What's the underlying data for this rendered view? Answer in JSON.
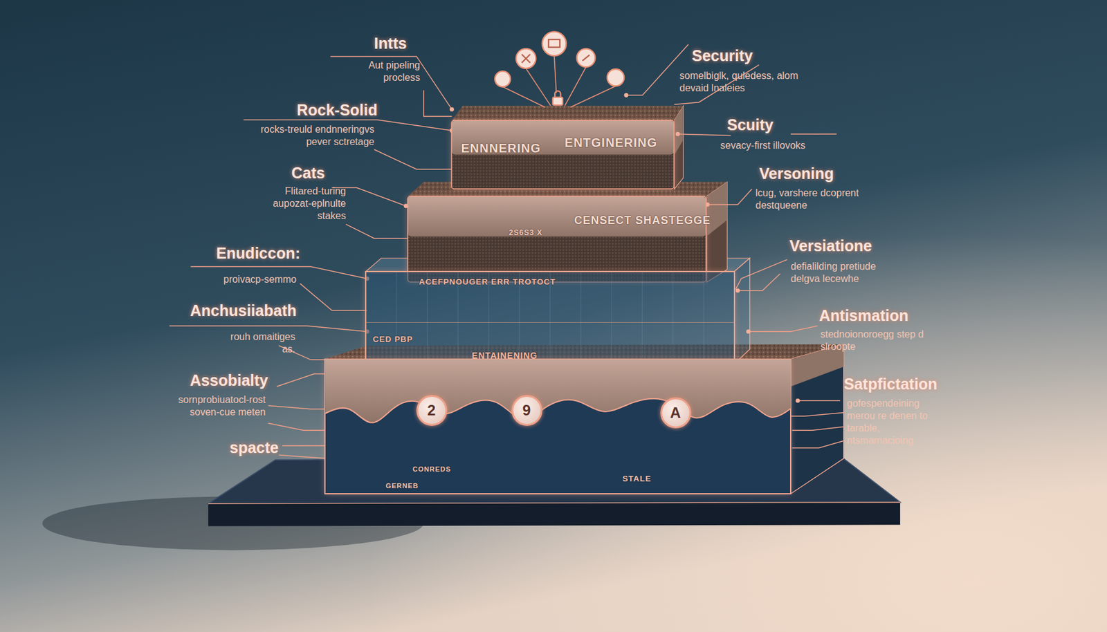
{
  "diagram": {
    "nodes": [
      {
        "text": [
          "ENNNERING",
          "ENTGINERING"
        ]
      },
      {
        "text": [
          "CENSECT SHASTEGGE",
          "2S6S3 X"
        ]
      },
      {
        "text": [
          "ACEFPNOUGER ERR TROTOCT",
          "CED PBP",
          "ENTAINENING"
        ]
      },
      {
        "text": [
          "CONREDS",
          "GERNEB",
          "STALE"
        ]
      },
      {
        "text": [
          "2"
        ],
        "in": 3
      },
      {
        "text": [
          "9"
        ],
        "in": 3
      },
      {
        "text": [
          "A"
        ],
        "in": 3
      }
    ],
    "labels": [
      "Intts",
      "Aut pipeling procless",
      "Rock-Solid",
      "rocks-treuld endnneringvs pever sctretage",
      "Cats",
      "Flitared-turing aupozat-eplnulte stakes",
      "Enudiccon:",
      "proivacp-semmo",
      "Anchusiiabath",
      "rouh omaitiges as.",
      "Assobialty",
      "sornprobiuatocl-rost soven-cue meten",
      "spacte",
      "Security",
      "somelbiglk, quledess, alom devaid lnaleies",
      "Scuity",
      "sevacy-first illovoks",
      "Versoning",
      "lcug, varshere dcoprent destqueene",
      "Versiatione",
      "defialilding pretiude delgva lecewhe",
      "Antismation",
      "stednoionoroegg step d slroopte",
      "Satpfictation",
      "gofespendeining merou re denen to tarable, ntsmamacioing"
    ]
  }
}
